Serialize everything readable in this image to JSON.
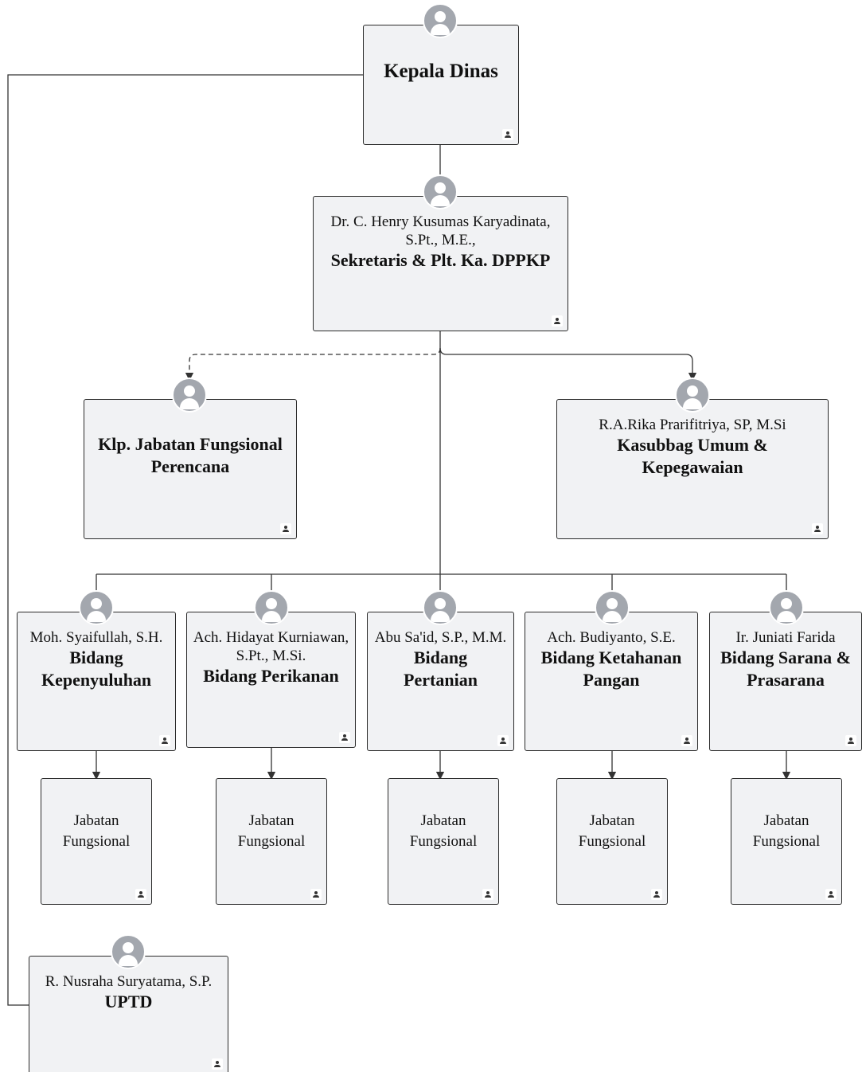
{
  "chart": {
    "root": {
      "title": "Kepala Dinas"
    },
    "secretary": {
      "name": "Dr. C. Henry Kusumas Karyadinata, S.Pt., M.E.,",
      "title": "Sekretaris & Plt. Ka. DPPKP"
    },
    "planner": {
      "title": "Klp. Jabatan Fungsional Perencana"
    },
    "subbag": {
      "name": "R.A.Rika Prarifitriya, SP, M.Si",
      "title": "Kasubbag Umum & Kepegawaian"
    },
    "bidang": [
      {
        "name": "Moh. Syaifullah, S.H.",
        "title": "Bidang Kepenyuluhan",
        "sub": "Jabatan Fungsional"
      },
      {
        "name": "Ach. Hidayat Kurniawan, S.Pt., M.Si.",
        "title": "Bidang Perikanan",
        "sub": "Jabatan Fungsional"
      },
      {
        "name": "Abu Sa'id, S.P., M.M.",
        "title": "Bidang Pertanian",
        "sub": "Jabatan Fungsional"
      },
      {
        "name": "Ach. Budiyanto, S.E.",
        "title": "Bidang Ketahanan Pangan",
        "sub": "Jabatan Fungsional"
      },
      {
        "name": "Ir. Juniati Farida",
        "title": "Bidang Sarana & Prasarana",
        "sub": "Jabatan Fungsional"
      }
    ],
    "uptd": {
      "name": "R. Nusraha Suryatama, S.P.",
      "title": "UPTD"
    }
  },
  "colors": {
    "card_bg": "#f1f2f4",
    "border": "#2b2b2b",
    "avatar": "#a3a7ae",
    "line": "#333333"
  },
  "icons": {
    "avatar": "person-avatar-icon",
    "badge": "person-badge-icon"
  }
}
